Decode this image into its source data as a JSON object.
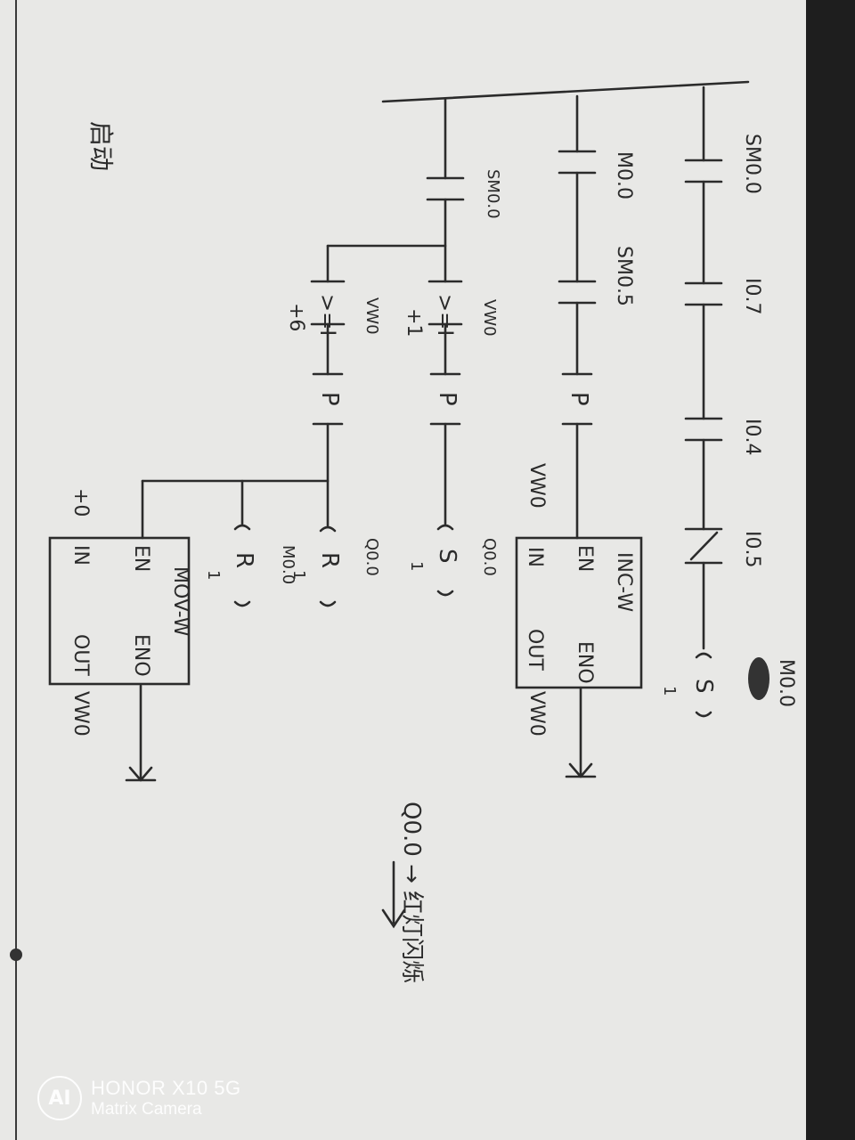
{
  "rung1": {
    "contacts": [
      "SM0.0",
      "I0.7",
      "I0.4",
      "I0.5"
    ],
    "coil_address": "M0.0",
    "coil_type": "S",
    "coil_count": "1"
  },
  "rung2": {
    "contacts": [
      "M0.0",
      "SM0.5"
    ],
    "edge": "P",
    "block_title": "INC-W",
    "en": "EN",
    "eno": "ENO",
    "in": "IN",
    "out": "OUT",
    "in_var": "VW0",
    "out_var": "VW0"
  },
  "rung3": {
    "contact": "SM0.0",
    "cmp_top_var": "VW0",
    "cmp_op": ">=I",
    "cmp_top_const": "+1",
    "cmp_bot_var": "VW0",
    "cmp_bot_const": "+6",
    "edge": "P",
    "coil1_address": "Q0.0",
    "coil1_type": "S",
    "coil1_count": "1",
    "coil2_address": "Q0.0",
    "coil2_type": "R",
    "coil2_count": "1",
    "coil3_address": "M0.0",
    "coil3_type": "R",
    "coil3_count": "1",
    "mov_title": "MOV-W",
    "mov_en": "EN",
    "mov_eno": "ENO",
    "mov_in": "IN",
    "mov_out": "OUT",
    "mov_in_val": "+0",
    "mov_out_var": "VW0"
  },
  "note": "Q0.0 → 红灯闪烁",
  "side_label": "启动",
  "watermark": {
    "logo": "AI",
    "line1": "HONOR X10 5G",
    "line2": "Matrix Camera"
  },
  "colors": {
    "paper": "#e9e9e7",
    "ink": "#2b2b2b",
    "background": "#1f1f1f"
  }
}
